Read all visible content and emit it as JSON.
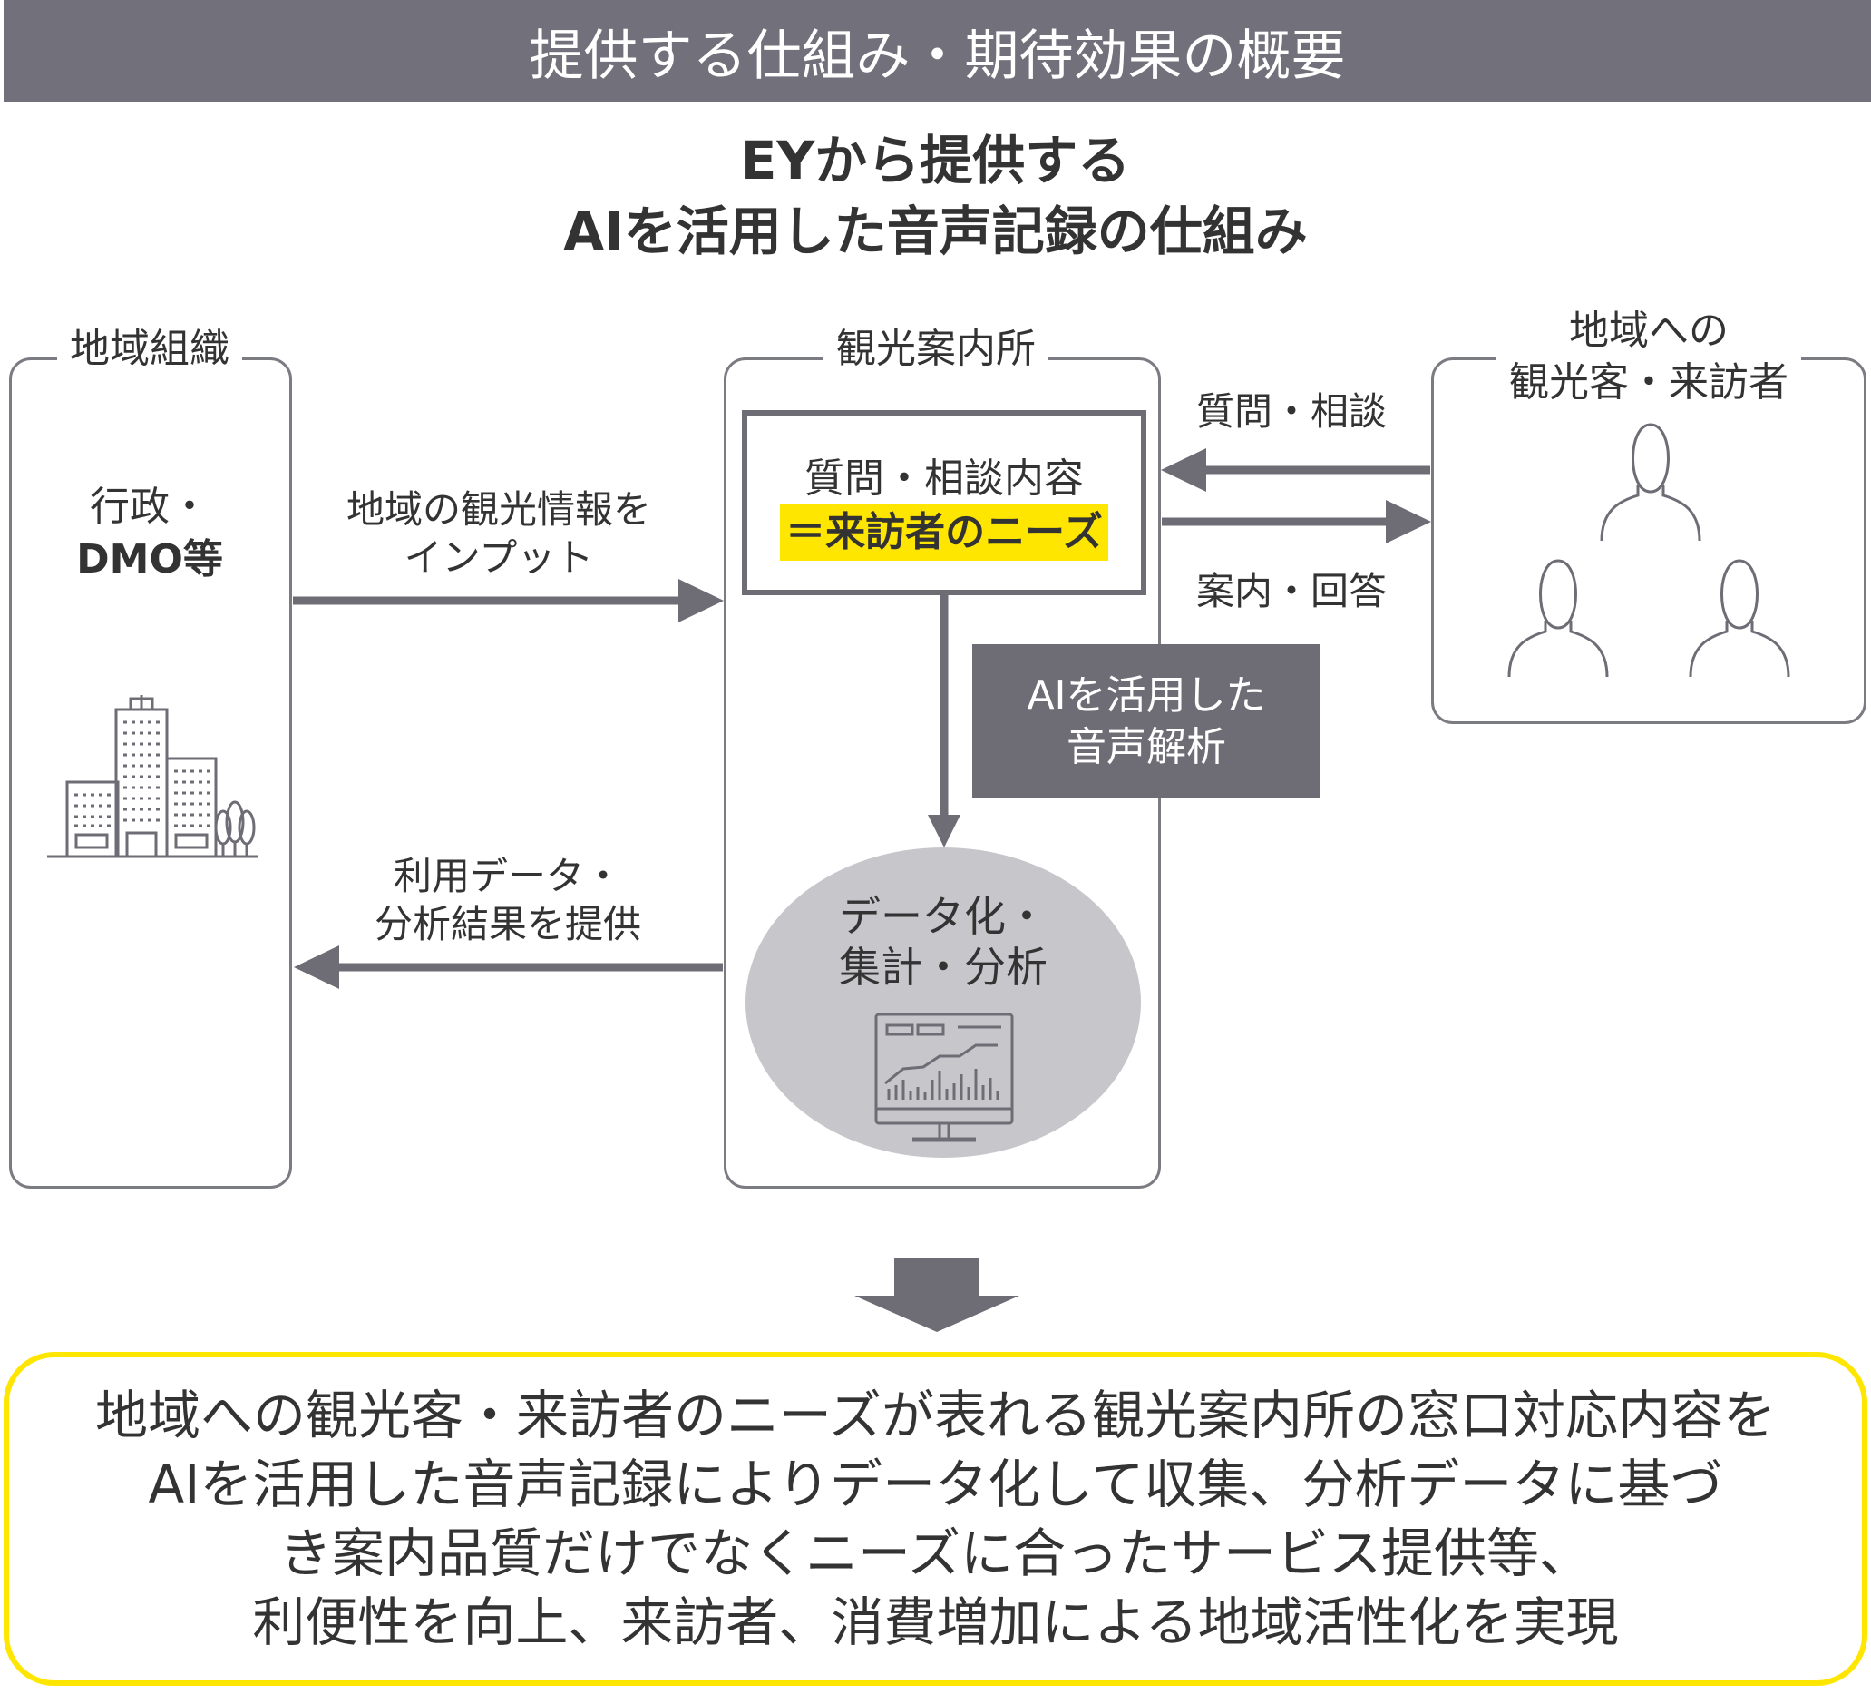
{
  "header": {
    "title": "提供する仕組み・期待効果の概要"
  },
  "subtitle": {
    "line1": "EYから提供する",
    "line2": "AIを活用した音声記録の仕組み"
  },
  "regional_org": {
    "title": "地域組織",
    "name_line1": "行政・",
    "name_line2": "DMO等"
  },
  "tourist_office": {
    "title": "観光案内所"
  },
  "tourists": {
    "title_line1": "地域への",
    "title_line2": "観光客・来訪者"
  },
  "arrows": {
    "input_line1": "地域の観光情報を",
    "input_line2": "インプット",
    "provide_line1": "利用データ・",
    "provide_line2": "分析結果を提供",
    "question": "質問・相談",
    "answer": "案内・回答"
  },
  "question_box": {
    "line1": "質問・相談内容",
    "line2": "＝来訪者のニーズ"
  },
  "ai_box": {
    "line1": "AIを活用した",
    "line2": "音声解析"
  },
  "analysis": {
    "line1": "データ化・",
    "line2": "集計・分析"
  },
  "result": {
    "line1": "地域への観光客・来訪者のニーズが表れる観光案内所の窓口対応内容を",
    "line2": "AIを活用した音声記録によりデータ化して収集、分析データに基づ",
    "line3": "き案内品質だけでなくニーズに合ったサービス提供等、",
    "line4": "利便性を向上、来訪者、消費増加による地域活性化を実現"
  },
  "colors": {
    "header_bg": "#72717b",
    "accent_yellow": "#ffe600",
    "arrow_gray": "#6e6d76",
    "ellipse_gray": "#c6c6cb"
  },
  "icons": [
    "building-icon",
    "person-icon",
    "monitor-chart-icon",
    "down-arrow-icon"
  ]
}
